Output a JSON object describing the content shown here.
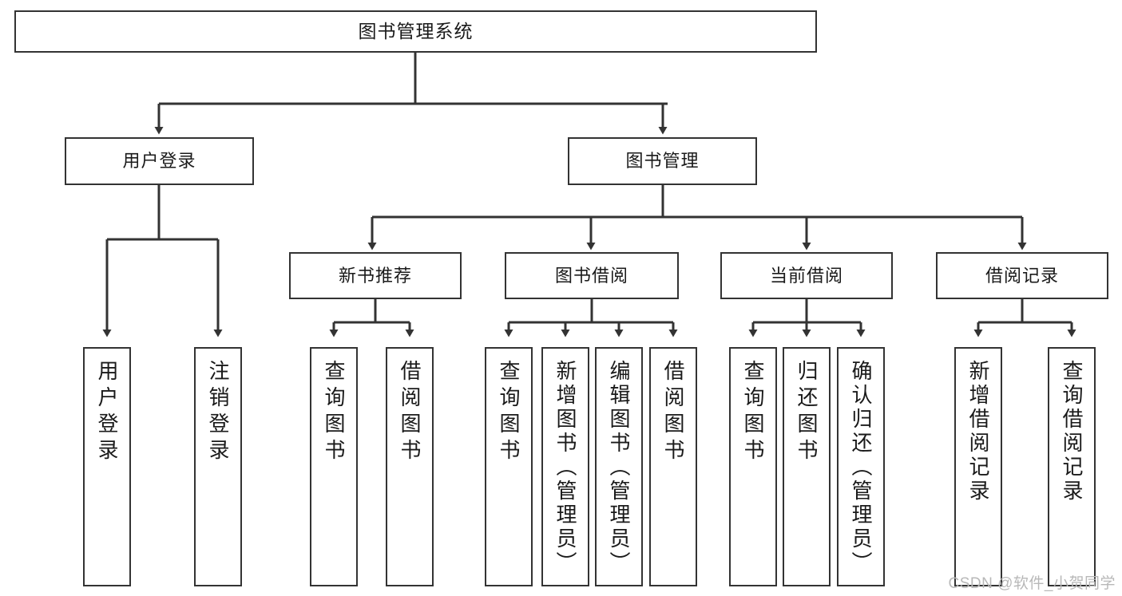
{
  "diagram": {
    "type": "tree",
    "title": "图书管理系统",
    "colors": {
      "box_border": "#333333",
      "box_fill": "#ffffff",
      "connector": "#333333",
      "text": "#1a1a1a",
      "watermark": "#b8b8b8",
      "background": "#ffffff"
    },
    "nodes": {
      "root": {
        "label": "图书管理系统"
      },
      "level2": [
        {
          "label": "用户登录"
        },
        {
          "label": "图书管理"
        }
      ],
      "level3": [
        {
          "label": "新书推荐"
        },
        {
          "label": "图书借阅"
        },
        {
          "label": "当前借阅"
        },
        {
          "label": "借阅记录"
        }
      ],
      "leaves_user_login": [
        {
          "label": "用户登录"
        },
        {
          "label": "注销登录"
        }
      ],
      "leaves_new_book": [
        {
          "label": "查询图书"
        },
        {
          "label": "借阅图书"
        }
      ],
      "leaves_borrow": [
        {
          "label": "查询图书"
        },
        {
          "label": "新增图书（管理员）"
        },
        {
          "label": "编辑图书（管理员）"
        },
        {
          "label": "借阅图书"
        }
      ],
      "leaves_current": [
        {
          "label": "查询图书"
        },
        {
          "label": "归还图书"
        },
        {
          "label": "确认归还（管理员）"
        }
      ],
      "leaves_records": [
        {
          "label": "新增借阅记录"
        },
        {
          "label": "查询借阅记录"
        }
      ]
    },
    "watermark": "CSDN @软件_小贺同学"
  }
}
